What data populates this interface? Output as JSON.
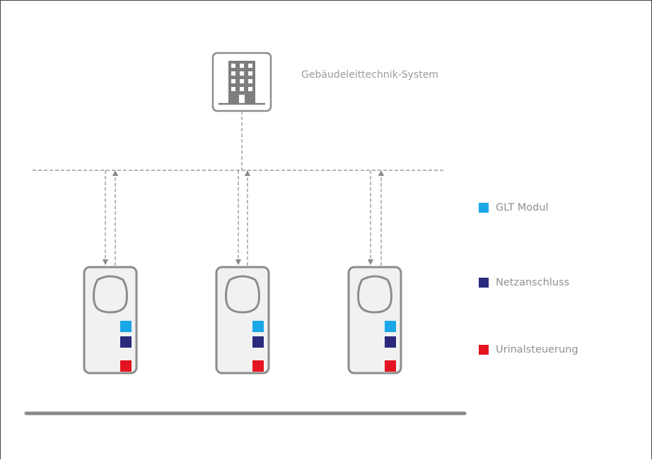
{
  "system_label": "Gebäudeleittechnik-System",
  "legend": [
    {
      "label": "GLT Modul",
      "color": "#1aa7e8"
    },
    {
      "label": "Netzanschluss",
      "color": "#2b2a7d"
    },
    {
      "label": "Urinalsteuerung",
      "color": "#e3141f"
    }
  ],
  "icons": {
    "building": "building-icon",
    "urinal": "urinal-icon"
  },
  "colors": {
    "line": "#8a8a8a",
    "device_outline": "#8c8c8c",
    "device_fill": "#f1f1f1",
    "floor": "#8a8a8a"
  }
}
